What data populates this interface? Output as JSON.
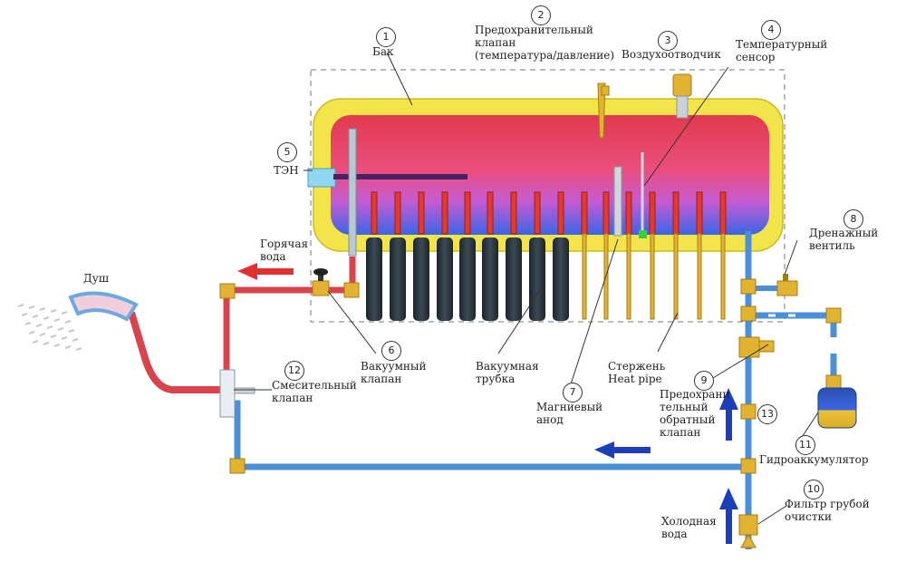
{
  "colors": {
    "tank_shell": "#f2e44a",
    "water_hot": "#e03a4e",
    "water_cold": "#3a66e6",
    "pipe_hot": "#d9434d",
    "pipe_cold": "#4a8fd8",
    "brass": "#e2b232",
    "vacuum_tube": "#27323a",
    "arrow": "#1a3fb8",
    "arrow_hot": "#e03030"
  },
  "labels": {
    "tank": {
      "num": "1",
      "text": "Бак"
    },
    "safety_valve": {
      "num": "2",
      "text": "Предохранительный\nклапан\n(температура/давление)"
    },
    "air_vent": {
      "num": "3",
      "text": "Воздухоотводчик"
    },
    "temp_sensor": {
      "num": "4",
      "text": "Температурный\nсенсор"
    },
    "heater": {
      "num": "5",
      "text": "ТЭН"
    },
    "vacuum_valve": {
      "num": "6",
      "text": "Вакуумный\nклапан"
    },
    "magnesium_anode": {
      "num": "7",
      "text": "Магниевый\nанод"
    },
    "drain_valve": {
      "num": "8",
      "text": "Дренажный\nвентиль"
    },
    "check_valve": {
      "num": "9",
      "text": "Предохрани\nтельный\nобратный\nклапан"
    },
    "coarse_filter": {
      "num": "10",
      "text": "Фильтр грубой\nочистки"
    },
    "accumulator": {
      "num": "11",
      "text": "Гидроаккумулятор"
    },
    "mixing_valve": {
      "num": "12",
      "text": "Смесительный\nклапан"
    },
    "check_valve_13": {
      "num": "13"
    },
    "vacuum_tube": {
      "text": "Вакуумная\nтрубка"
    },
    "heat_pipe": {
      "text": "Стержень\nHeat pipe"
    },
    "hot_water": {
      "text": "Горячая\nвода"
    },
    "cold_water": {
      "text": "Холодная\nвода"
    },
    "shower": {
      "text": "Душ"
    }
  }
}
